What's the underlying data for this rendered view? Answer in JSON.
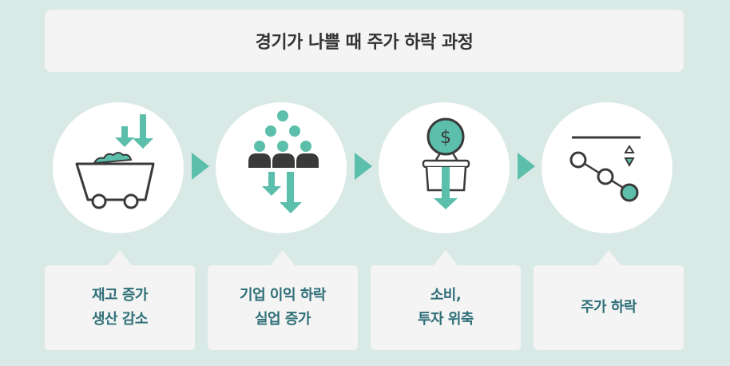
{
  "title": "경기가 나쁠 때 주가 하락 과정",
  "steps": [
    {
      "icon": "mine-cart-icon",
      "lines": [
        "재고 증가",
        "생산 감소"
      ]
    },
    {
      "icon": "people-decrease-icon",
      "lines": [
        "기업 이익 하락",
        "실업 증가"
      ]
    },
    {
      "icon": "money-pot-decrease-icon",
      "lines": [
        "소비,",
        "투자 위축"
      ]
    },
    {
      "icon": "stock-down-chart-icon",
      "lines": [
        "주가 하락"
      ]
    }
  ],
  "colors": {
    "background": "#d8e9e6",
    "accent": "#5bbfab",
    "text": "#2f6f78",
    "dark": "#3a3a3a"
  }
}
